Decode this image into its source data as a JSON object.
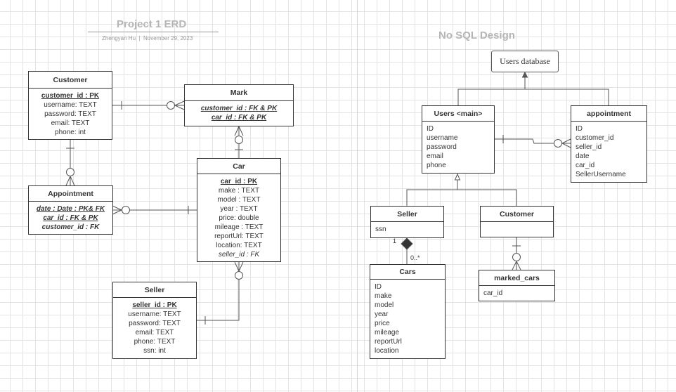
{
  "erd": {
    "title": "Project 1 ERD",
    "author": "Zhengyan Hu",
    "date": "November 29, 2023",
    "customer": {
      "name": "Customer",
      "pk": "customer_id : PK",
      "fields": [
        "username: TEXT",
        "password: TEXT",
        "email: TEXT",
        "phone: int"
      ]
    },
    "mark": {
      "name": "Mark",
      "fields": [
        "customer_id : FK & PK",
        "car_id : FK & PK"
      ]
    },
    "appointment": {
      "name": "Appointment",
      "fields": [
        "date : Date : PK& FK",
        "car_id : FK & PK",
        "customer_id : FK"
      ]
    },
    "car": {
      "name": "Car",
      "pk": "car_id : PK",
      "fields": [
        "make : TEXT",
        "model : TEXT",
        "year : TEXT",
        "price: double",
        "mileage : TEXT",
        "reportUrl: TEXT",
        "location: TEXT"
      ],
      "fk": "seller_id : FK"
    },
    "seller": {
      "name": "Seller",
      "pk": "seller_id : PK",
      "fields": [
        "username: TEXT",
        "password: TEXT",
        "email: TEXT",
        "phone: TEXT",
        "ssn: int"
      ]
    }
  },
  "nosql": {
    "title": "No SQL Design",
    "database": "Users database",
    "users": {
      "name": "Users <main>",
      "fields": [
        "ID",
        "username",
        "password",
        "email",
        "phone"
      ]
    },
    "appointment": {
      "name": "appointment",
      "fields": [
        "ID",
        "customer_id",
        "seller_id",
        "date",
        "car_id",
        "SellerUsername"
      ]
    },
    "seller": {
      "name": "Seller",
      "fields": [
        "ssn"
      ]
    },
    "customer": {
      "name": "Customer",
      "fields": []
    },
    "cars": {
      "name": "Cars",
      "fields": [
        "ID",
        "make",
        "model",
        "year",
        "price",
        "mileage",
        "reportUrl",
        "location"
      ]
    },
    "marked_cars": {
      "name": "marked_cars",
      "fields": [
        "car_id"
      ]
    },
    "mult_one": "1",
    "mult_many": "0..*"
  }
}
